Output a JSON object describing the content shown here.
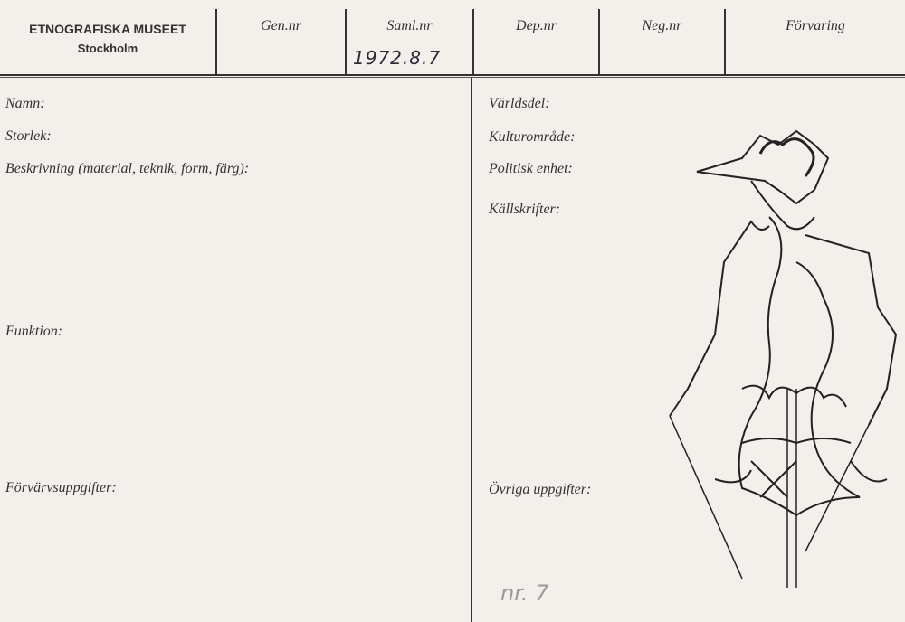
{
  "header": {
    "museum_name": "ETNOGRAFISKA MUSEET",
    "city": "Stockholm",
    "columns": [
      {
        "label": "Gen.nr",
        "value": ""
      },
      {
        "label": "Saml.nr",
        "value": "1972.8.7"
      },
      {
        "label": "Dep.nr",
        "value": ""
      },
      {
        "label": "Neg.nr",
        "value": ""
      },
      {
        "label": "Förvaring",
        "value": ""
      }
    ]
  },
  "left_fields": [
    "Namn:",
    "Storlek:",
    "Beskrivning (material, teknik, form, färg):",
    "Funktion:",
    "Förvärvsuppgifter:"
  ],
  "right_fields": [
    "Världsdel:",
    "Kulturområde:",
    "Politisk enhet:",
    "Källskrifter:",
    "Övriga uppgifter:"
  ],
  "handwritten_note": "nr. 7",
  "illustration": "wayang-puppet-drawing"
}
